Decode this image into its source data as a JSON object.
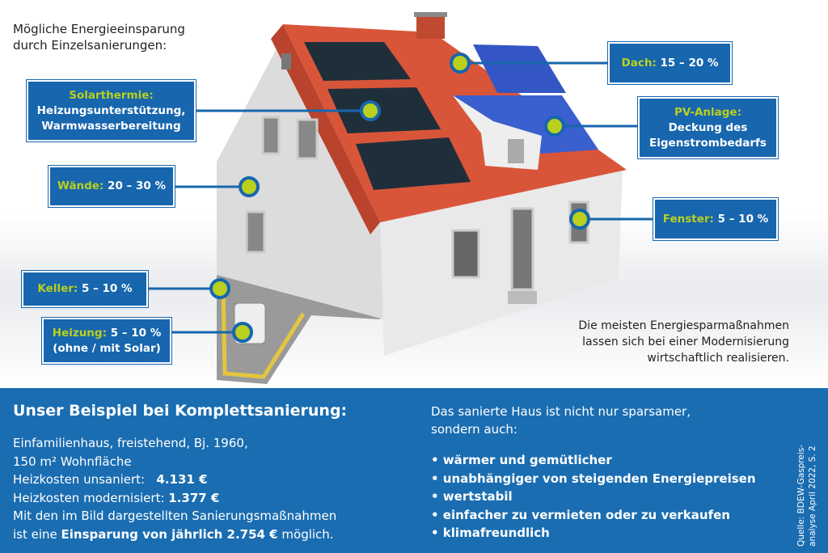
{
  "intro": {
    "line1": "Mögliche Energieeinsparung",
    "line2": "durch Einzelsanierungen:"
  },
  "labels": {
    "solarthermie": {
      "title": "Solarthermie:",
      "line1": "Heizungsunterstützung,",
      "line2": "Warmwasserbereitung"
    },
    "waende": {
      "title": "Wände:",
      "value": "20 – 30 %"
    },
    "keller": {
      "title": "Keller:",
      "value": "5 – 10 %"
    },
    "heizung": {
      "title": "Heizung:",
      "value": "5 – 10 %",
      "sub": "(ohne / mit Solar)"
    },
    "dach": {
      "title": "Dach:",
      "value": "15 – 20 %"
    },
    "pv": {
      "title": "PV-Anlage:",
      "line1": "Deckung des",
      "line2": "Eigenstrombedarfs"
    },
    "fenster": {
      "title": "Fenster:",
      "value": "5 – 10 %"
    }
  },
  "note": {
    "line1": "Die meisten Energiesparmaßnahmen",
    "line2": "lassen sich bei einer Modernisierung",
    "line3": "wirtschaftlich realisieren."
  },
  "bottom": {
    "title": "Unser Beispiel bei Komplettsanierung:",
    "l1": "Einfamilienhaus, freistehend, Bj. 1960,",
    "l2": "150 m² Wohnfläche",
    "l3a": "Heizkosten unsaniert:",
    "l3b": "4.131 €",
    "l4a": "Heizkosten modernisiert:",
    "l4b": "1.377 €",
    "l5": "Mit den im Bild dargestellten Sanierungsmaßnahmen",
    "l6a": "ist eine",
    "l6b": "Einsparung von jährlich 2.754 €",
    "l6c": "möglich.",
    "r1": "Das sanierte Haus ist nicht nur sparsamer,",
    "r2": "sondern auch:",
    "bullets": [
      "• wärmer und gemütlicher",
      "• unabhängiger von steigenden Energiepreisen",
      "• wertstabil",
      "• einfacher zu vermieten oder zu verkaufen",
      "• klimafreundlich"
    ],
    "source1": "Quelle: BDEW-Gaspreis-",
    "source2": "analyse April 2022, S. 2"
  },
  "colors": {
    "blue": "#1766ae",
    "green": "#b9d01e",
    "roof": "#d9553a"
  }
}
